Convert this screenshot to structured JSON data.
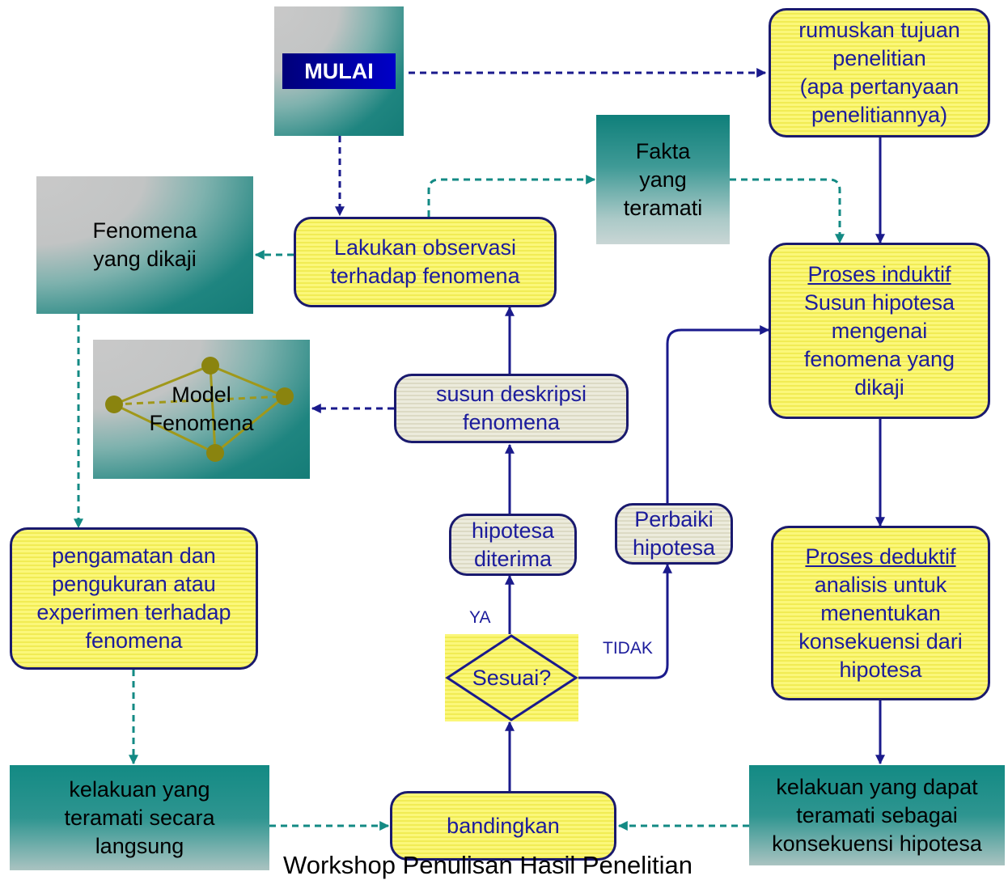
{
  "start": {
    "label": "MULAI"
  },
  "nodes": {
    "goal": [
      "rumuskan tujuan",
      "penelitian",
      "(apa pertanyaan",
      "penelitiannya)"
    ],
    "fact": [
      "Fakta",
      "yang",
      "teramati"
    ],
    "phenomenon": [
      "Fenomena",
      "yang dikaji"
    ],
    "observe": [
      "Lakukan observasi",
      "terhadap fenomena"
    ],
    "inductive_title": "Proses induktif",
    "inductive": [
      "Susun hipotesa",
      "mengenai",
      "fenomena yang",
      "dikaji"
    ],
    "model": [
      "Model",
      "Fenomena"
    ],
    "describe": [
      "susun deskripsi",
      "fenomena"
    ],
    "accepted": [
      "hipotesa",
      "diterima"
    ],
    "revise": [
      "Perbaiki",
      "hipotesa"
    ],
    "deductive_title": "Proses deduktif",
    "deductive": [
      "analisis untuk",
      "menentukan",
      "konsekuensi dari",
      "hipotesa"
    ],
    "measure": [
      "pengamatan dan",
      "pengukuran atau",
      "experimen terhadap",
      "fenomena"
    ],
    "decision": "Sesuai?",
    "observed": [
      "kelakuan yang",
      "teramati secara",
      "langsung"
    ],
    "compare": "bandingkan",
    "expected": [
      "kelakuan yang dapat",
      "teramati sebagai",
      "konsekuensi hipotesa"
    ]
  },
  "edge_labels": {
    "yes": "YA",
    "no": "TIDAK"
  },
  "footer": "Workshop Penulisan Hasil Penelitian",
  "colors": {
    "navy": "#1a1a8c",
    "teal": "#138a84",
    "yellow": "#fbf77a"
  }
}
